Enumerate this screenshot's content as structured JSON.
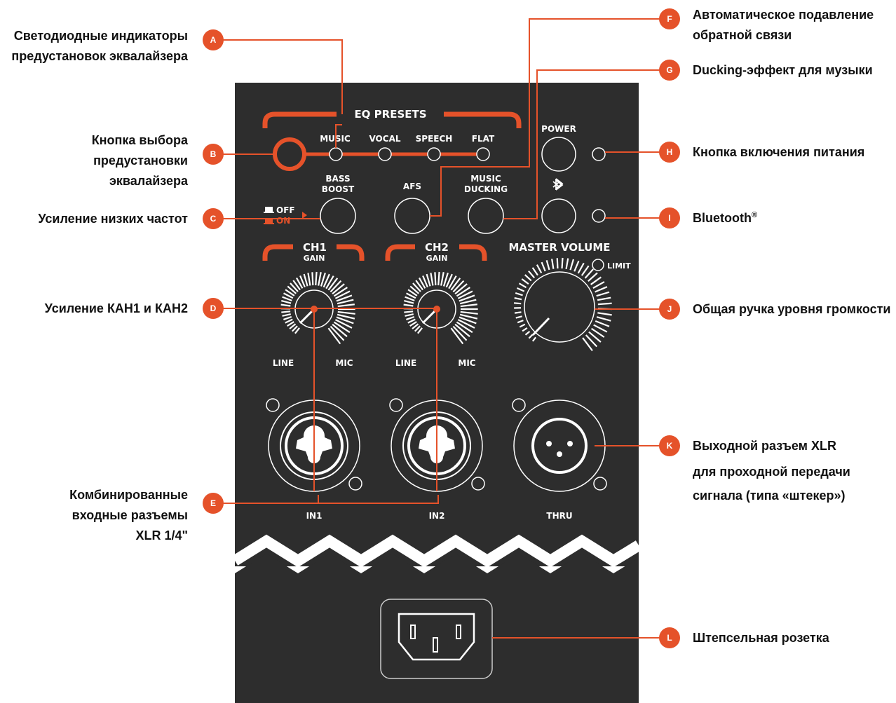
{
  "colors": {
    "panel": "#2d2d2d",
    "accent": "#e5522a",
    "text": "#111111",
    "panel_text": "#ffffff"
  },
  "callouts": {
    "A": {
      "letter": "A",
      "line1": "Светодиодные индикаторы",
      "line2": "предустановок эквалайзера"
    },
    "B": {
      "letter": "B",
      "line1": "Кнопка выбора",
      "line2": "предустановки",
      "line3": "эквалайзера"
    },
    "C": {
      "letter": "C",
      "line1": "Усиление низких частот"
    },
    "D": {
      "letter": "D",
      "line1": "Усиление КАН1 и КАН2"
    },
    "E": {
      "letter": "E",
      "line1": "Комбинированные",
      "line2": "входные разъемы",
      "line3": "XLR 1/4\""
    },
    "F": {
      "letter": "F",
      "line1": "Автоматическое подавление",
      "line2": "обратной связи"
    },
    "G": {
      "letter": "G",
      "line1": "Ducking-эффект для музыки"
    },
    "H": {
      "letter": "H",
      "line1": "Кнопка включения питания"
    },
    "I": {
      "letter": "I",
      "line1": "Bluetooth",
      "sup": "®"
    },
    "J": {
      "letter": "J",
      "line1": "Общая ручка уровня громкости"
    },
    "K": {
      "letter": "K",
      "line1": "Выходной разъем XLR",
      "line2": "для проходной передачи",
      "line3": "сигнала (типа «штекер»)"
    },
    "L": {
      "letter": "L",
      "line1": "Штепсельная розетка"
    }
  },
  "panel": {
    "eq_presets": "EQ PRESETS",
    "presets": [
      "MUSIC",
      "VOCAL",
      "SPEECH",
      "FLAT"
    ],
    "bass_boost_1": "BASS",
    "bass_boost_2": "BOOST",
    "afs": "AFS",
    "music_ducking_1": "MUSIC",
    "music_ducking_2": "DUCKING",
    "power": "POWER",
    "bluetooth_icon": "bluetooth-icon",
    "off": "OFF",
    "on": "ON",
    "ch1": "CH1",
    "ch2": "CH2",
    "gain": "GAIN",
    "master_volume": "MASTER VOLUME",
    "limit": "LIMIT",
    "line": "LINE",
    "mic": "MIC",
    "in1": "IN1",
    "in2": "IN2",
    "thru": "THRU"
  }
}
